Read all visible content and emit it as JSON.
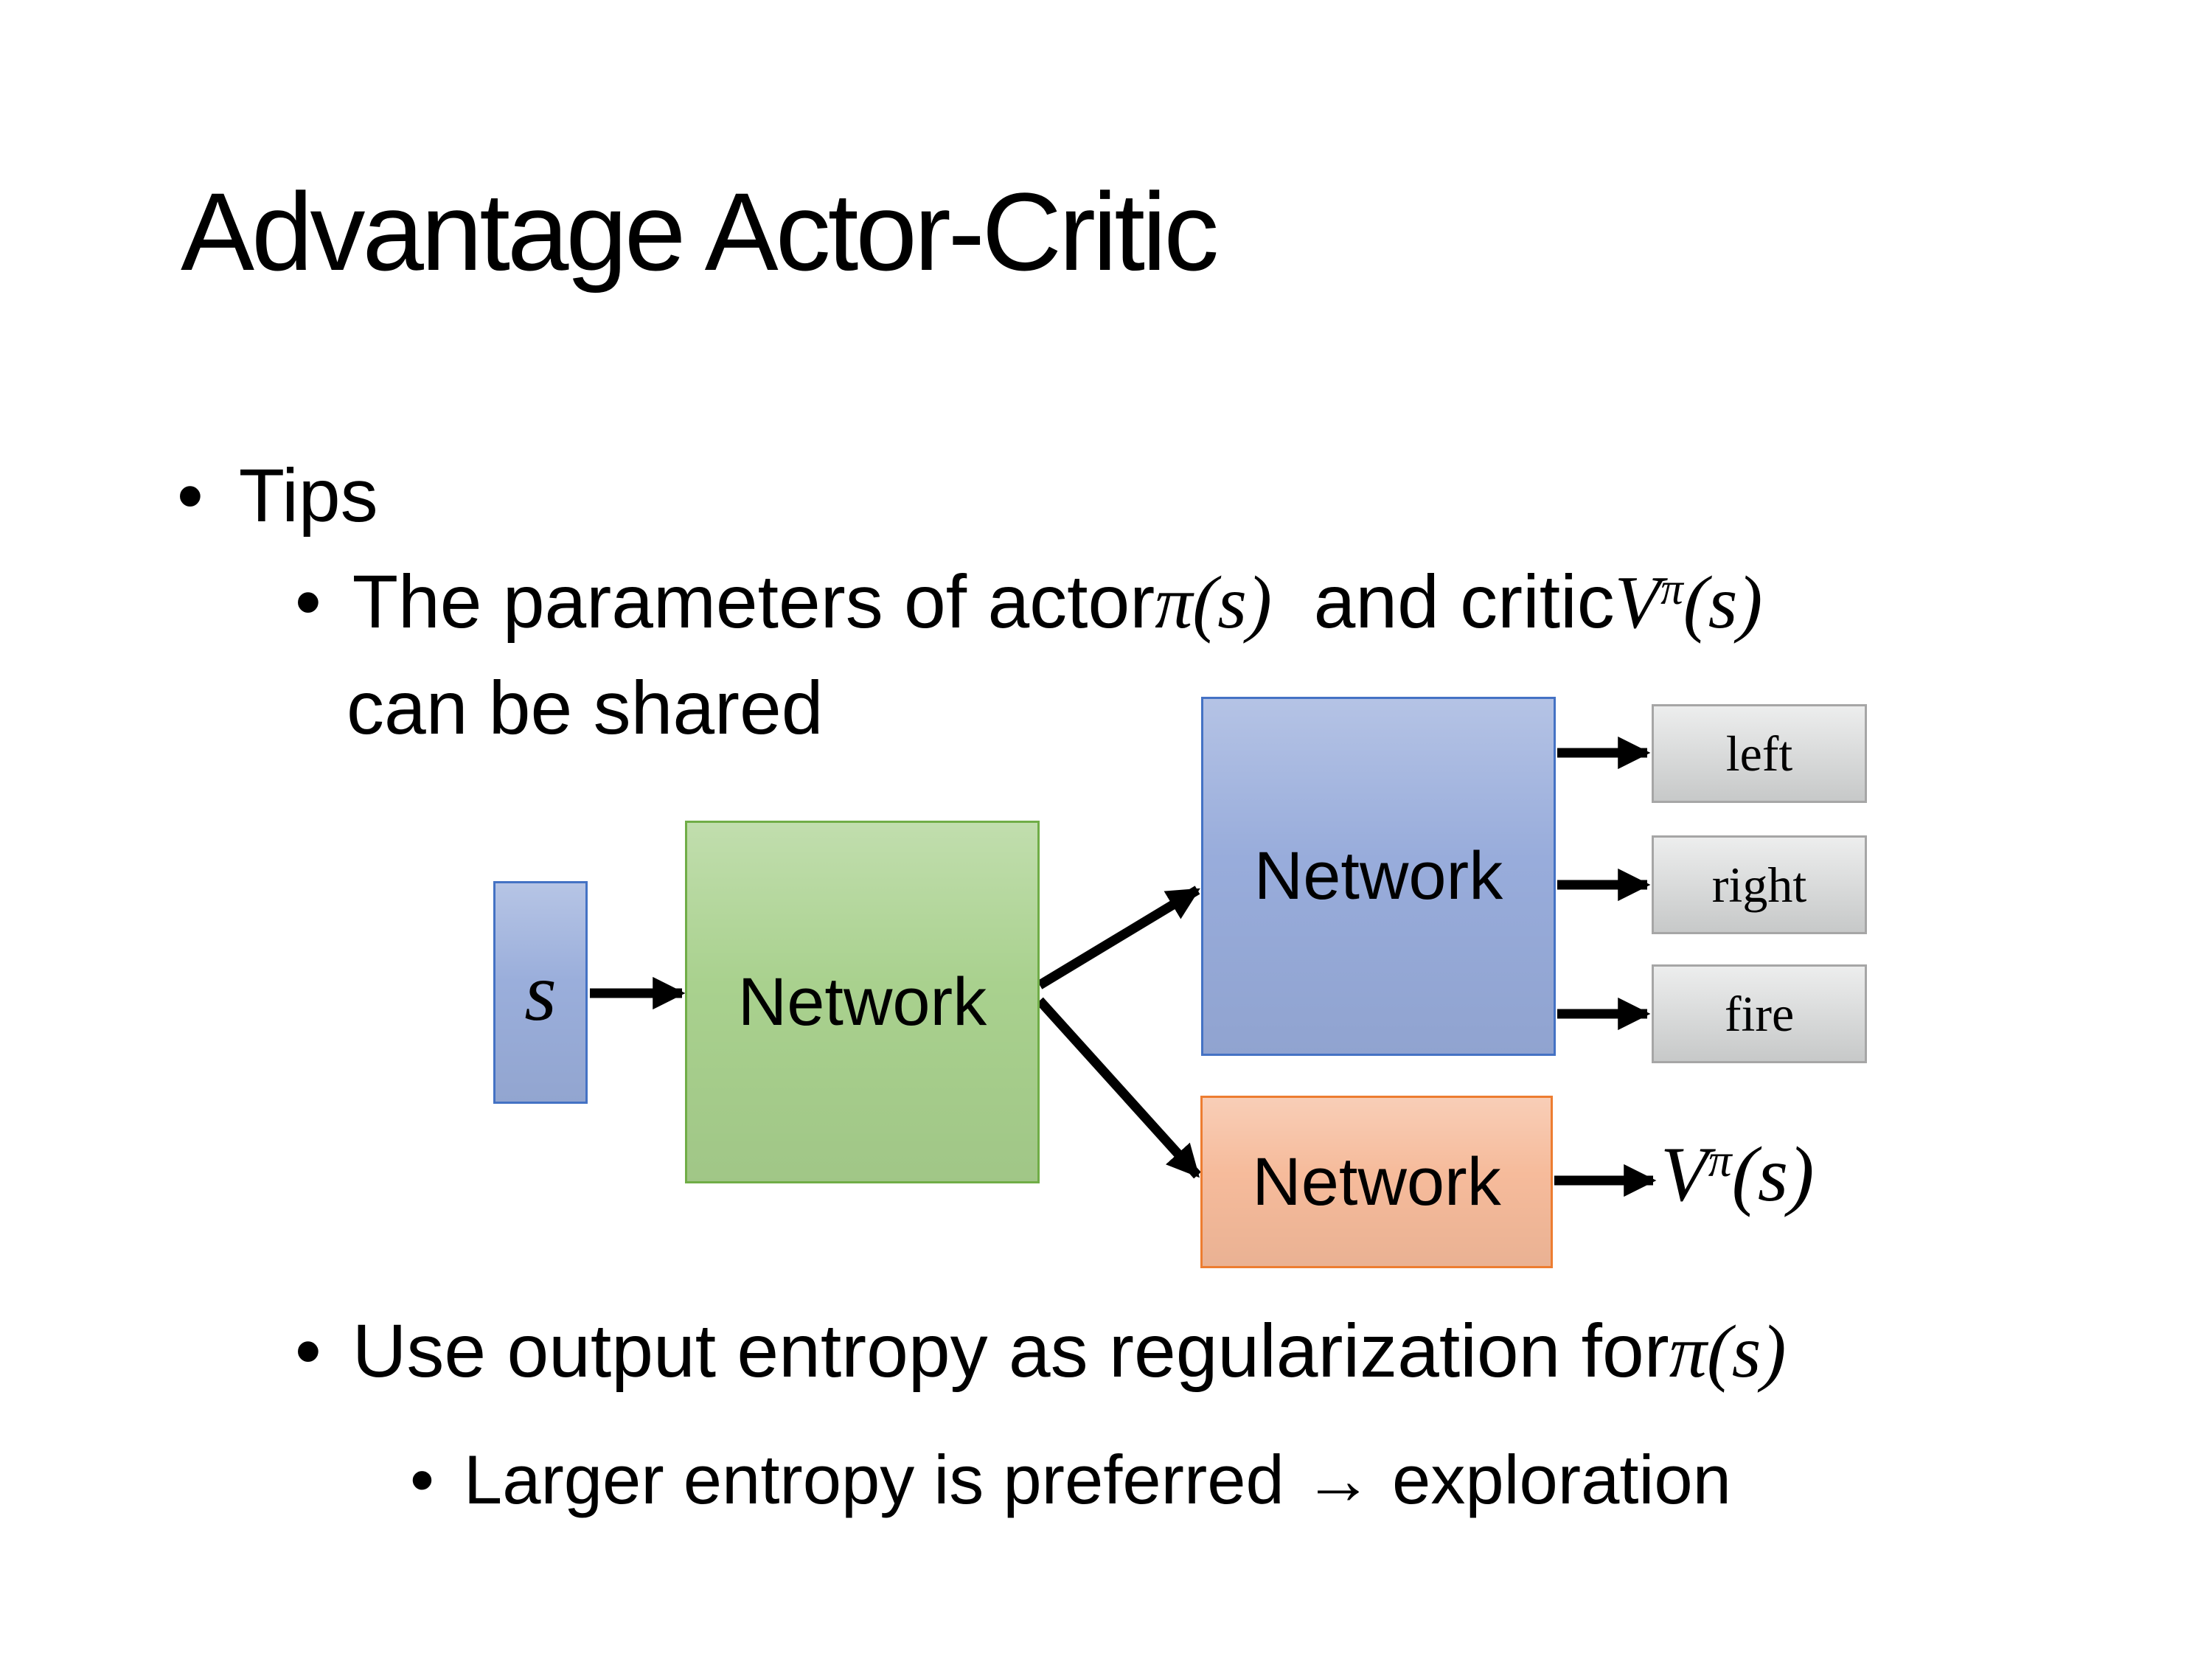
{
  "slide": {
    "title": "Advantage Actor-Critic"
  },
  "bullets": {
    "dot": "•",
    "tips": "Tips",
    "param": {
      "t1": "The parameters of actor ",
      "m1": "π(s)",
      "t2": "  and critic ",
      "m2_base": "V",
      "m2_sup": "π",
      "m2_args": "(s)",
      "cont": "can be shared"
    },
    "entropy": {
      "t1": "Use output entropy as regularization for ",
      "m1": "π(s)"
    },
    "explore": "Larger entropy is preferred → exploration"
  },
  "diagram": {
    "input_label": "s",
    "shared_network_label": "Network",
    "actor_network_label": "Network",
    "critic_network_label": "Network",
    "action_outputs": [
      "left",
      "right",
      "fire"
    ],
    "critic_output": {
      "base": "V",
      "sup": "π",
      "args": "(s)"
    },
    "colors": {
      "input_fill": "#9AAEDB",
      "input_border": "#4472C4",
      "shared_fill": "#A9D18E",
      "shared_border": "#70AD47",
      "actor_fill": "#98ACDB",
      "actor_border": "#4472C4",
      "critic_fill": "#F6BB9B",
      "critic_border": "#ED7D31",
      "action_fill": "#D6D8D8",
      "action_border": "#A6A6A6",
      "arrow": "#000000"
    }
  }
}
